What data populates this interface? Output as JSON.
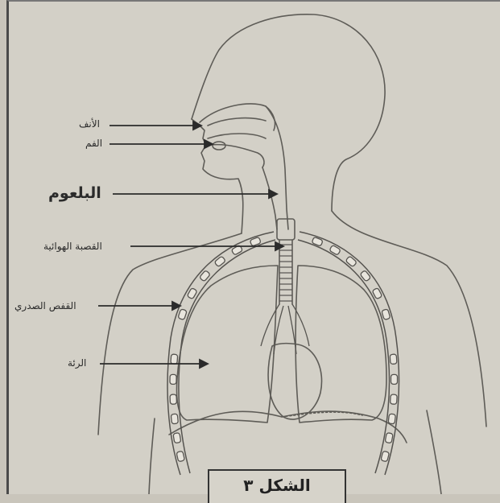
{
  "labels": {
    "nose": "الأنف",
    "mouth": "الفم",
    "pharynx": "البلعوم",
    "trachea": "القصبة الهوائية",
    "ribcage": "القفص الصدري",
    "lung": "الرئة"
  },
  "caption": "الشكل ٣"
}
